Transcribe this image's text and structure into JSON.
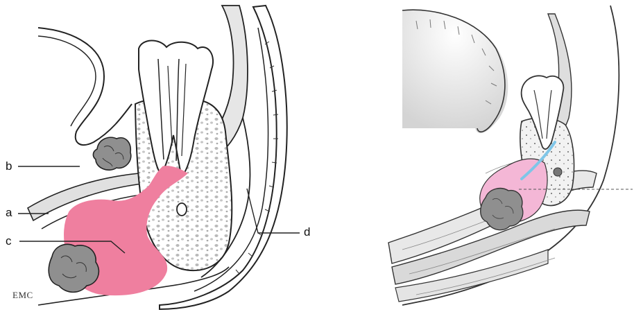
{
  "left_panel": {
    "labels": {
      "a": "a",
      "b": "b",
      "c": "c",
      "d": "d"
    },
    "watermark": "EMC"
  },
  "colors": {
    "lesion_pink": "#ef7f9f",
    "lesion_light_pink": "#f4b7d6",
    "bone": "#cfcfcf",
    "soft_tissue": "#e9e9e9",
    "stone": "#8f8f8f",
    "canal_blue": "#7fc6e8",
    "outline": "#222222"
  },
  "icons": {
    "tooth": "molar-tooth-icon",
    "calculus": "salivary-stone-icon"
  }
}
